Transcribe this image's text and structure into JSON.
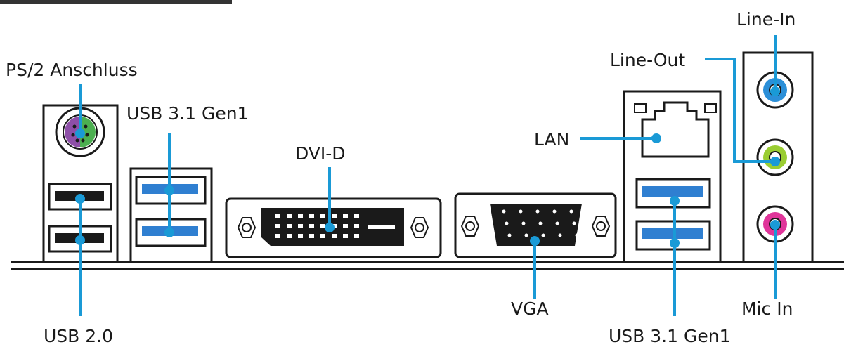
{
  "labels": {
    "ps2": "PS/2 Anschluss",
    "usb31_left": "USB 3.1 Gen1",
    "dvi": "DVI-D",
    "usb20": "USB 2.0",
    "vga": "VGA",
    "lan": "LAN",
    "usb31_right": "USB 3.1 Gen1",
    "line_out": "Line-Out",
    "line_in": "Line-In",
    "mic_in": "Mic In"
  },
  "colors": {
    "leader": "#1a9ad6",
    "usb3_blue": "#2f7fd1",
    "ps2_purple": "#8e4fa8",
    "ps2_green": "#4caf50",
    "audio_blue": "#2b8fd8",
    "audio_lime": "#9acd32",
    "audio_pink": "#e0359a",
    "outline": "#1a1a1a"
  }
}
